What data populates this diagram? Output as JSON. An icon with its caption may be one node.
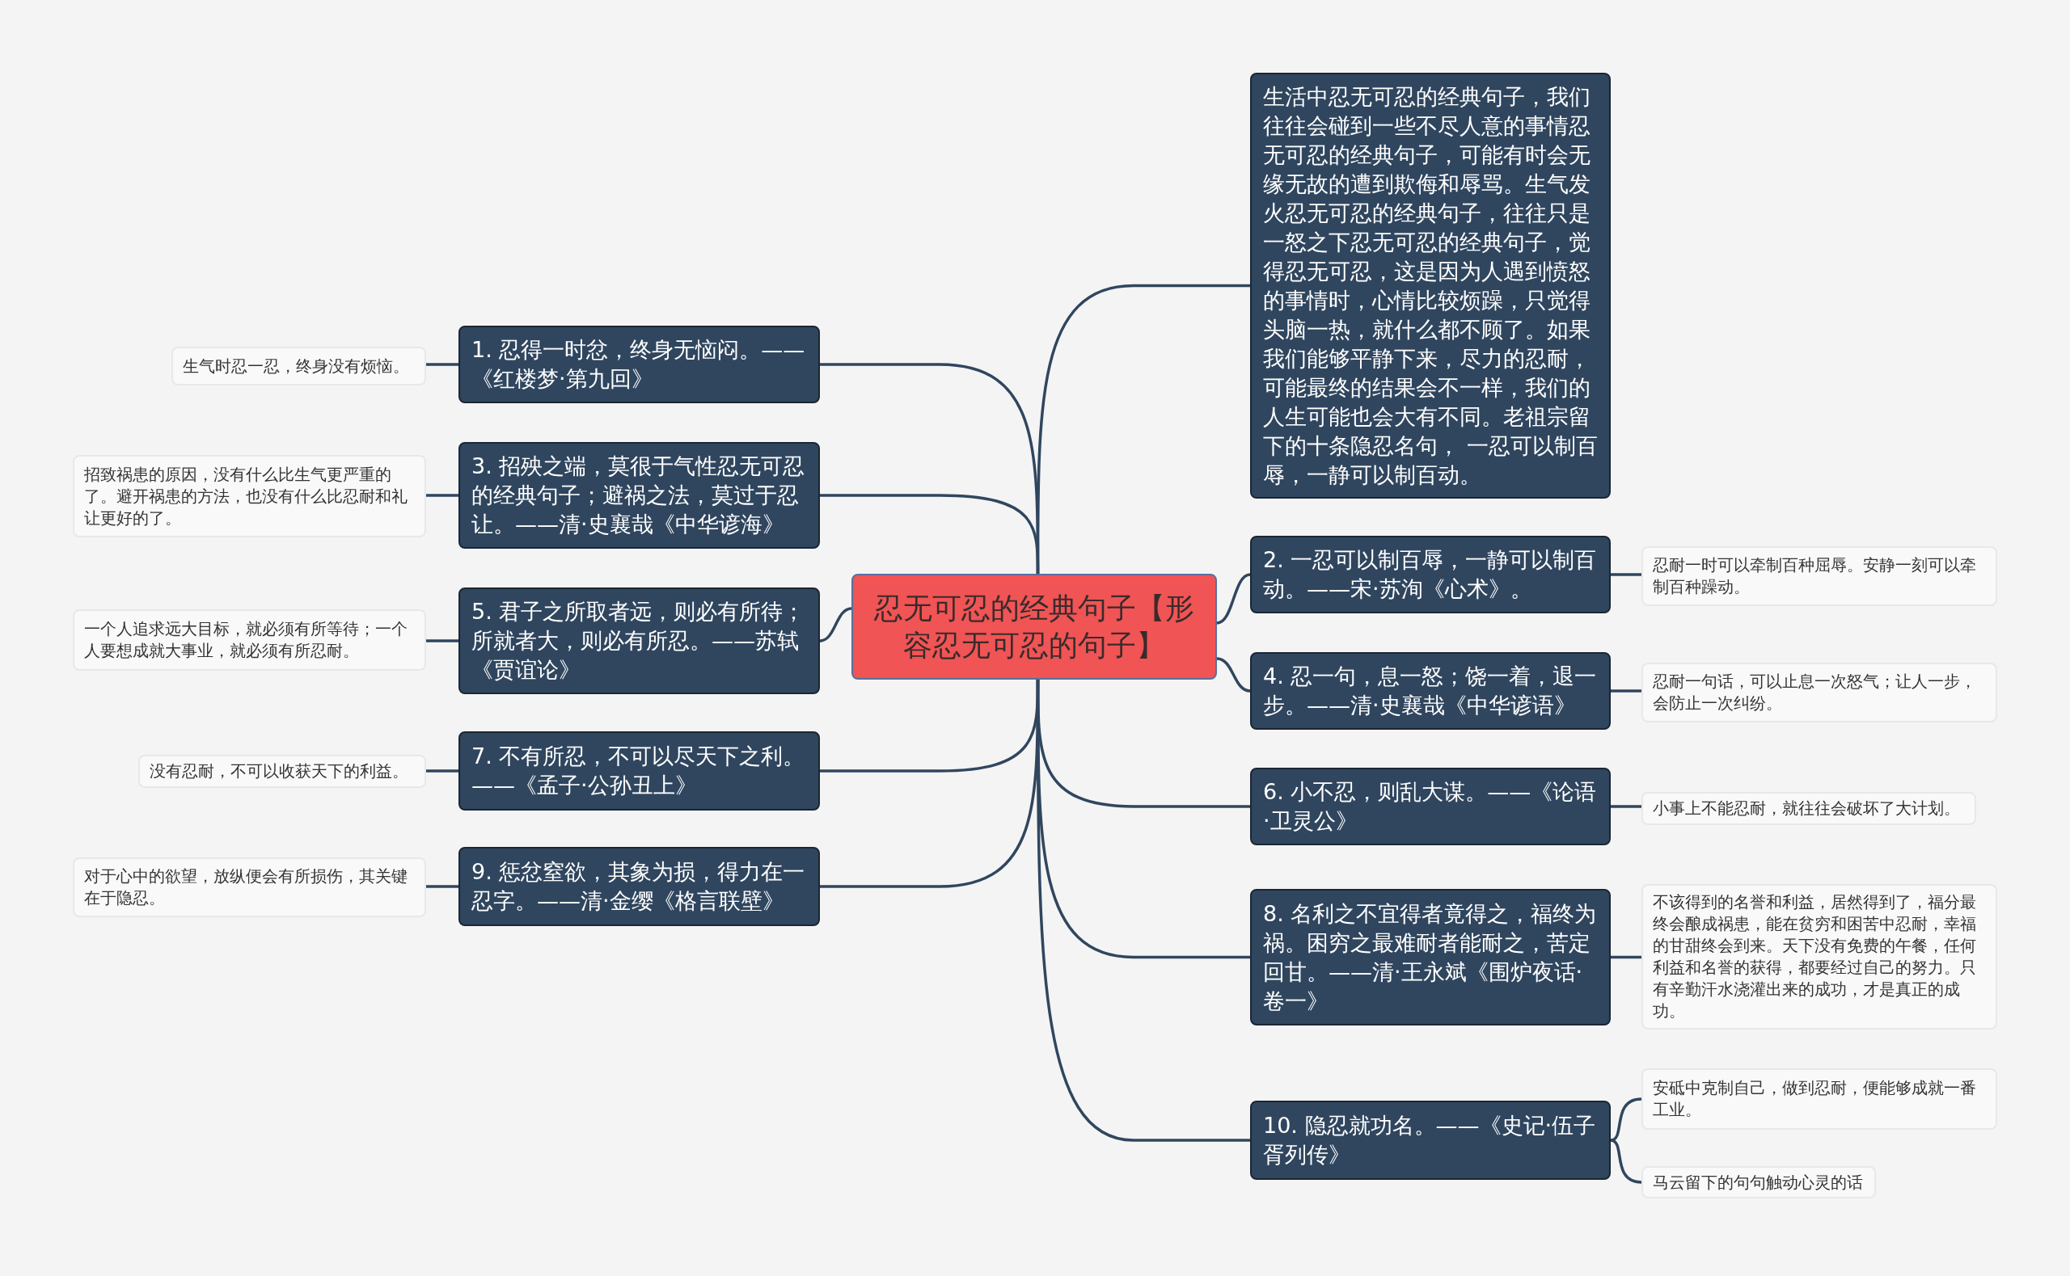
{
  "diagram": {
    "nodes": [
      {
        "text": [
          "忍无可忍的经典句子【形容忍无可忍的句子】"
        ]
      },
      {
        "text": [
          "生活中忍无可忍的经典句子，我们往往会碰到一些不尽人意的事情忍无可忍的经典句子，可能有时会无缘无故的遭到欺侮和辱骂。生气发火忍无可忍的经典句子，往往只是一怒之下忍无可忍的经典句子，觉得忍无可忍，这是因为人遇到愤怒的事情时，心情比较烦躁，只觉得头脑一热，就什么都不顾了。如果我们能够平静下来，尽力的忍耐，可能最终的结果会不一样，我们的人生可能也会大有不同。老祖宗留下的十条隐忍名句， 一忍可以制百辱，一静可以制百动。"
        ]
      },
      {
        "text": [
          "1. 忍得一时忿，终身无恼闷。——《红楼梦·第九回》"
        ]
      },
      {
        "text": [
          "生气时忍一忍，终身没有烦恼。"
        ]
      },
      {
        "text": [
          "3. 招殃之端，莫很于气性忍无可忍的经典句子；避祸之法，莫过于忍让。——清·史襄哉《中华谚海》"
        ]
      },
      {
        "text": [
          "招致祸患的原因，没有什么比生气更严重的了。避开祸患的方法，也没有什么比忍耐和礼让更好的了。"
        ]
      },
      {
        "text": [
          "5. 君子之所取者远，则必有所待；所就者大，则必有所忍。——苏轼《贾谊论》"
        ]
      },
      {
        "text": [
          "一个人追求远大目标，就必须有所等待；一个人要想成就大事业，就必须有所忍耐。"
        ]
      },
      {
        "text": [
          "7. 不有所忍，不可以尽天下之利。——《孟子·公孙丑上》"
        ]
      },
      {
        "text": [
          "没有忍耐，不可以收获天下的利益。"
        ]
      },
      {
        "text": [
          "9. 惩忿窒欲，其象为损，得力在一忍字。——清·金缨《格言联壁》"
        ]
      },
      {
        "text": [
          "对于心中的欲望，放纵便会有所损伤，其关键在于隐忍。"
        ]
      },
      {
        "text": [
          "2. 一忍可以制百辱，一静可以制百动。——宋·苏洵《心术》。"
        ]
      },
      {
        "text": [
          "忍耐一时可以牵制百种屈辱。安静一刻可以牵制百种躁动。"
        ]
      },
      {
        "text": [
          "4. 忍一句，息一怒；饶一着，退一步。——清·史襄哉《中华谚语》"
        ]
      },
      {
        "text": [
          "忍耐一句话，可以止息一次怒气；让人一步，会防止一次纠纷。"
        ]
      },
      {
        "text": [
          "6. 小不忍，则乱大谋。——《论语·卫灵公》"
        ]
      },
      {
        "text": [
          "小事上不能忍耐，就往往会破坏了大计划。"
        ]
      },
      {
        "text": [
          "8. 名利之不宜得者竟得之，福终为祸。困穷之最难耐者能耐之，苦定回甘。——清·王永斌《围炉夜话·卷一》"
        ]
      },
      {
        "text": [
          "不该得到的名誉和利益，居然得到了，福分最终会酿成祸患，能在贫穷和困苦中忍耐，幸福的甘甜终会到来。天下没有免费的午餐，任何利益和名誉的获得，都要经过自己的努力。只有辛勤汗水浇灌出来的成功，才是真正的成功。"
        ]
      },
      {
        "text": [
          "10. 隐忍就功名。——《史记·伍子胥列传》"
        ]
      },
      {
        "text": [
          "安砥中克制自己，做到忍耐，便能够成就一番工业。"
        ]
      },
      {
        "text": [
          "马云留下的句句触动心灵的话"
        ]
      }
    ],
    "edges": [
      {
        "from": 0,
        "to": 1,
        "arrow": "none"
      },
      {
        "from": 0,
        "to": 2,
        "arrow": "none"
      },
      {
        "from": 0,
        "to": 4,
        "arrow": "none"
      },
      {
        "from": 0,
        "to": 6,
        "arrow": "none"
      },
      {
        "from": 0,
        "to": 8,
        "arrow": "none"
      },
      {
        "from": 0,
        "to": 10,
        "arrow": "none"
      },
      {
        "from": 0,
        "to": 12,
        "arrow": "none"
      },
      {
        "from": 0,
        "to": 14,
        "arrow": "none"
      },
      {
        "from": 0,
        "to": 16,
        "arrow": "none"
      },
      {
        "from": 0,
        "to": 18,
        "arrow": "none"
      },
      {
        "from": 0,
        "to": 20,
        "arrow": "none"
      },
      {
        "from": 2,
        "to": 3,
        "arrow": "none"
      },
      {
        "from": 4,
        "to": 5,
        "arrow": "none"
      },
      {
        "from": 6,
        "to": 7,
        "arrow": "none"
      },
      {
        "from": 8,
        "to": 9,
        "arrow": "none"
      },
      {
        "from": 10,
        "to": 11,
        "arrow": "none"
      },
      {
        "from": 12,
        "to": 13,
        "arrow": "none"
      },
      {
        "from": 14,
        "to": 15,
        "arrow": "none"
      },
      {
        "from": 16,
        "to": 17,
        "arrow": "none"
      },
      {
        "from": 18,
        "to": 19,
        "arrow": "none"
      },
      {
        "from": 20,
        "to": 21,
        "arrow": "none"
      },
      {
        "from": 20,
        "to": 22,
        "arrow": "none"
      }
    ]
  }
}
